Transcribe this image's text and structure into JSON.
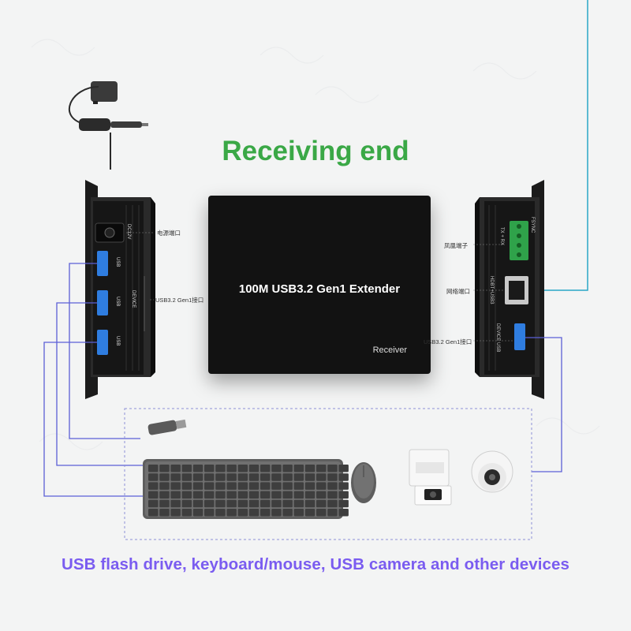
{
  "heading": "Receiving end",
  "footer": "USB flash drive, keyboard/mouse, USB camera and other devices",
  "device": {
    "title": "100M USB3.2 Gen1 Extender",
    "subtitle": "Receiver"
  },
  "left_panel": {
    "power_label": "电源端口",
    "usb_label": "USB3.2 Gen1接口",
    "dc_text": "DC12V",
    "usb_text": "USB",
    "device_text": "DEVICE"
  },
  "right_panel": {
    "buzzer_label": "凤凰端子",
    "network_label": "网络端口",
    "usb_label": "USB3.2 Gen1接口",
    "fsync_text": "FSYNC",
    "txrx_text": "TX + RX",
    "hdbt_text": "HDBT+USB3",
    "device_text": "DEVICE USB"
  },
  "colors": {
    "heading": "#3aa846",
    "footer": "#7a5cf0",
    "cable": "#5b5fd6",
    "usb_port": "#2f7de0",
    "terminal": "#2fa24a",
    "network_line": "#29a6c6"
  },
  "peripherals": [
    "usb-flash-drive",
    "keyboard",
    "mouse",
    "usb-camera",
    "dome-camera"
  ]
}
